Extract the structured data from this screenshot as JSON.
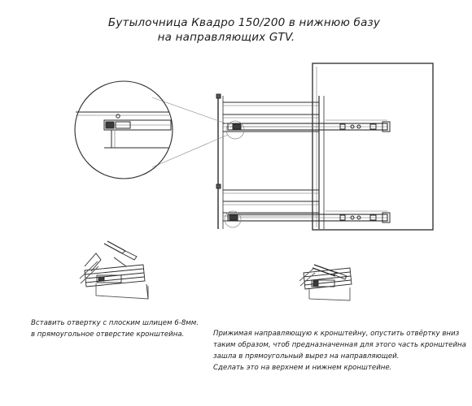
{
  "title": {
    "line1": "Бутылочница Квадро 150/200 в нижнюю базу",
    "line2": "на направляющих GTV."
  },
  "steps": [
    {
      "line1": "Вставить отвертку с плоским шлицем 6-8мм.",
      "line2": "в прямоугольное отверстие кронштейна."
    },
    {
      "line1": "Прижимая направляющую к кронштейну, опустить отвёртку вниз",
      "line2": "таким образом, чтоб предназначенная для этого часть кронштейна",
      "line3": "зашла в прямоугольный вырез на направляющей.",
      "line4": "Сделать это на верхнем и нижнем кронштейне."
    }
  ],
  "colors": {
    "line": "#2a2a2a",
    "thin_line": "#555555",
    "background": "#ffffff"
  }
}
